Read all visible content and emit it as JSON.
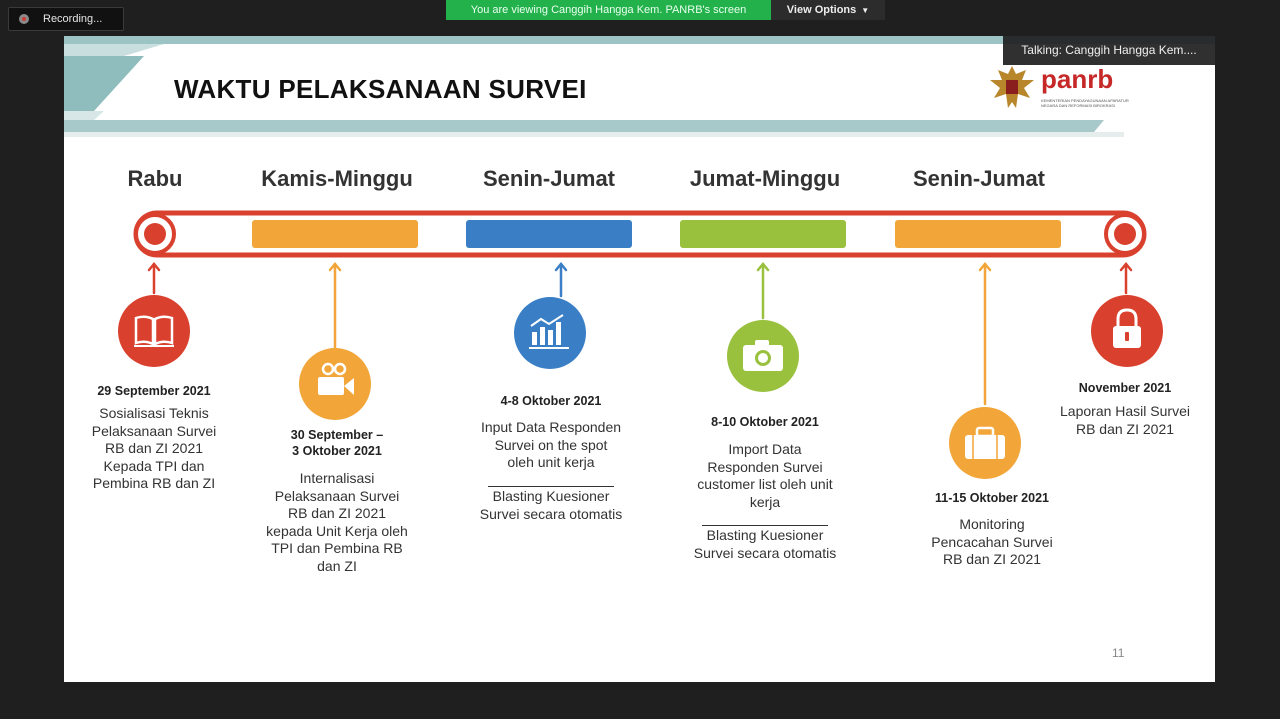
{
  "meeting": {
    "recording_label": "Recording...",
    "viewing_banner": "You are viewing Canggih Hangga Kem. PANRB's screen",
    "view_options_label": "View Options",
    "talking_label": "Talking: Canggih Hangga Kem...."
  },
  "slide": {
    "title": "WAKTU PELAKSANAAN SURVEI",
    "logo_text": "panrb",
    "logo_subtext": "KEMENTERIAN PENDAYAGUNAAN APARATUR NEGARA DAN REFORMASI BIROKRASI",
    "page_number": "11",
    "days": [
      "Rabu",
      "Kamis-Minggu",
      "Senin-Jumat",
      "Jumat-Minggu",
      "Senin-Jumat"
    ],
    "colors": {
      "red": "#d9412e",
      "orange": "#f2a63a",
      "blue": "#3a7fc6",
      "green": "#99c13e"
    },
    "events": [
      {
        "icon": "book-icon",
        "date": "29 September 2021",
        "desc_lines": [
          "Sosialisasi Teknis",
          "Pelaksanaan Survei",
          "RB dan ZI 2021",
          "Kepada TPI dan",
          "Pembina RB dan ZI"
        ]
      },
      {
        "icon": "video-camera-icon",
        "date_lines": [
          "30 September –",
          "3 Oktober 2021"
        ],
        "desc_lines": [
          "Internalisasi",
          "Pelaksanaan Survei",
          "RB dan ZI 2021",
          "kepada Unit Kerja oleh",
          "TPI dan Pembina RB",
          "dan ZI"
        ]
      },
      {
        "icon": "bar-chart-icon",
        "date": "4-8 Oktober 2021",
        "desc_lines": [
          "Input Data Responden",
          "Survei on the spot",
          "oleh unit kerja"
        ],
        "desc2_lines": [
          "Blasting Kuesioner",
          "Survei secara otomatis"
        ]
      },
      {
        "icon": "camera-icon",
        "date": "8-10 Oktober 2021",
        "desc_lines": [
          "Import Data",
          "Responden Survei",
          "customer list oleh unit",
          "kerja"
        ],
        "desc2_lines": [
          "Blasting Kuesioner",
          "Survei secara otomatis"
        ]
      },
      {
        "icon": "briefcase-icon",
        "date": "11-15 Oktober 2021",
        "desc_lines": [
          "Monitoring",
          "Pencacahan Survei",
          "RB dan ZI 2021"
        ]
      },
      {
        "icon": "padlock-icon",
        "date": "November 2021",
        "desc_lines": [
          "Laporan Hasil Survei",
          "RB dan ZI 2021"
        ]
      }
    ]
  }
}
